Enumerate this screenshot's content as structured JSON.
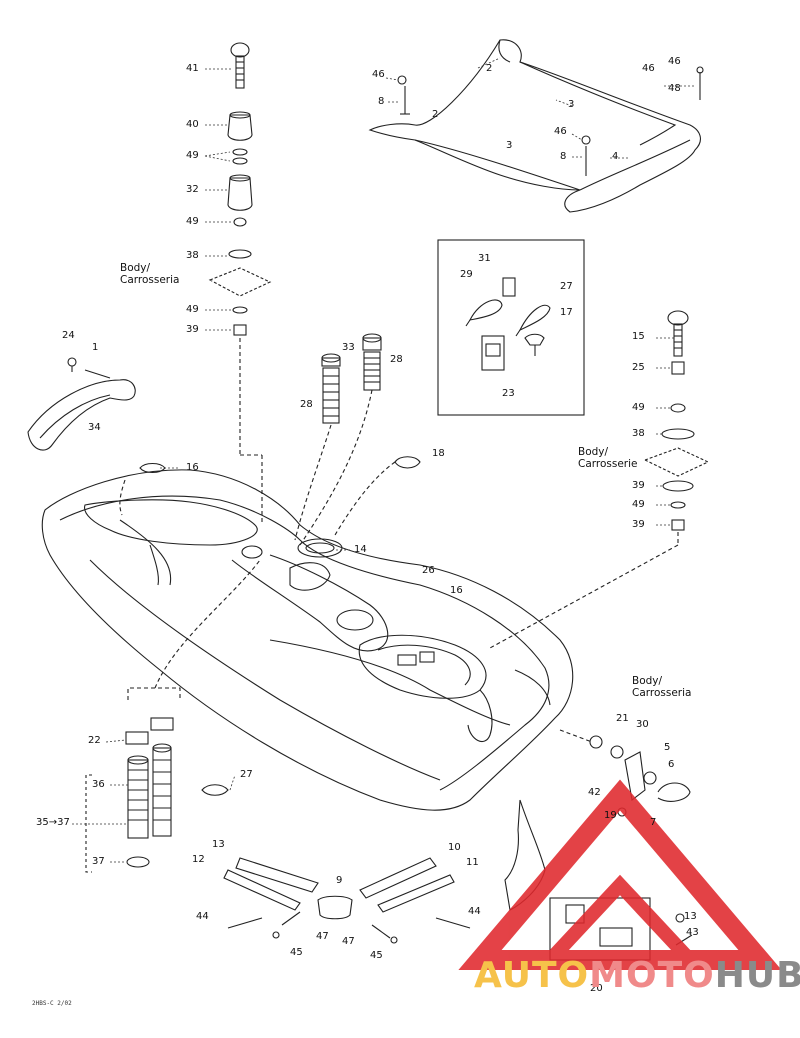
{
  "callouts": [
    "41",
    "40",
    "49",
    "32",
    "49",
    "38",
    "49",
    "39",
    "24",
    "1",
    "34",
    "16",
    "33",
    "28",
    "28",
    "18",
    "14",
    "26",
    "16",
    "22",
    "36",
    "27",
    "35→37",
    "37",
    "13",
    "12",
    "44",
    "47",
    "45",
    "9",
    "47",
    "45",
    "10",
    "11",
    "44",
    "2",
    "46",
    "3",
    "2",
    "46",
    "8",
    "3",
    "46",
    "8",
    "4",
    "46",
    "48",
    "31",
    "29",
    "27",
    "17",
    "23",
    "15",
    "25",
    "49",
    "38",
    "39",
    "49",
    "39",
    "21",
    "30",
    "5",
    "6",
    "42",
    "19",
    "7",
    "13",
    "43",
    "20"
  ],
  "body_labels": [
    "Body/\nCarrosseria",
    "Body/\nCarrosserie",
    "Body/\nCarrosseria"
  ],
  "drawing_code": "2HBS-C 2/02",
  "watermark": {
    "part1": "AUTO",
    "part2": "MOTO",
    "part3": "HUB",
    "color1": "#f6c24a",
    "color2": "#f08a8a",
    "color3": "#8a8a8a",
    "logo_color": "#e0282d"
  }
}
